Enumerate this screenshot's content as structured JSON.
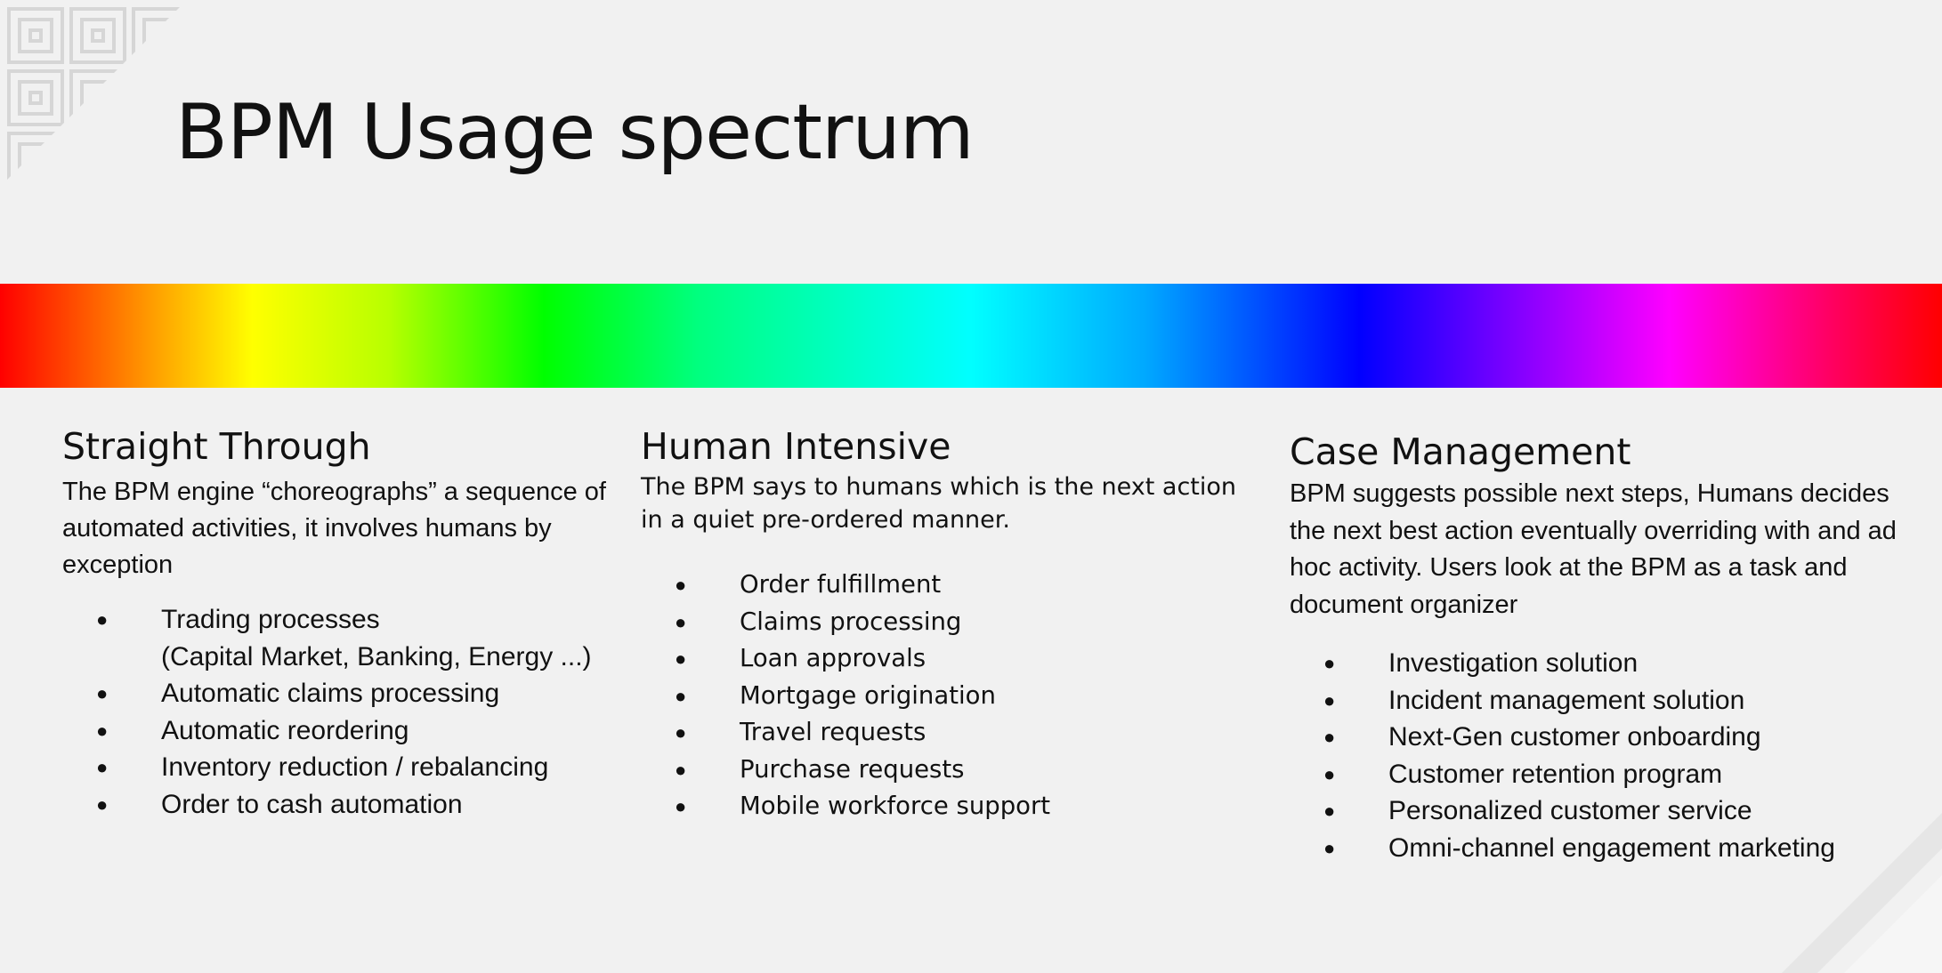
{
  "title": "BPM Usage spectrum",
  "columns": [
    {
      "heading": "Straight Through",
      "description": "The BPM engine “choreographs” a sequence of automated activities, it involves humans by exception",
      "items": [
        {
          "text": "Trading processes",
          "sub": "(Capital Market, Banking, Energy ...)"
        },
        {
          "text": "Automatic claims processing"
        },
        {
          "text": "Automatic reordering"
        },
        {
          "text": "Inventory reduction / rebalancing"
        },
        {
          "text": "Order to cash automation"
        }
      ]
    },
    {
      "heading": "Human Intensive",
      "description": "The BPM says to humans which is the next action in a quiet pre-ordered manner.",
      "items": [
        {
          "text": "Order fulfillment"
        },
        {
          "text": "Claims processing"
        },
        {
          "text": "Loan approvals"
        },
        {
          "text": "Mortgage origination"
        },
        {
          "text": "Travel requests"
        },
        {
          "text": "Purchase requests"
        },
        {
          "text": "Mobile workforce support"
        }
      ]
    },
    {
      "heading": "Case Management",
      "description": "BPM suggests possible next steps, Humans decides the next best action eventually overriding with and ad hoc activity. Users look at the BPM as a task and document organizer",
      "items": [
        {
          "text": "Investigation solution"
        },
        {
          "text": "Incident management solution"
        },
        {
          "text": "Next-Gen customer onboarding"
        },
        {
          "text": "Customer retention program"
        },
        {
          "text": "Personalized customer service"
        },
        {
          "text": "Omni-channel engagement marketing"
        }
      ]
    }
  ],
  "bullet": "●",
  "decor": {
    "corner_pattern_icon": "geometric-pattern-icon",
    "corner_decor_icon": "diagonal-stripes-icon",
    "pattern_color": "#d4d4d4",
    "background": "#f1f1f1"
  }
}
